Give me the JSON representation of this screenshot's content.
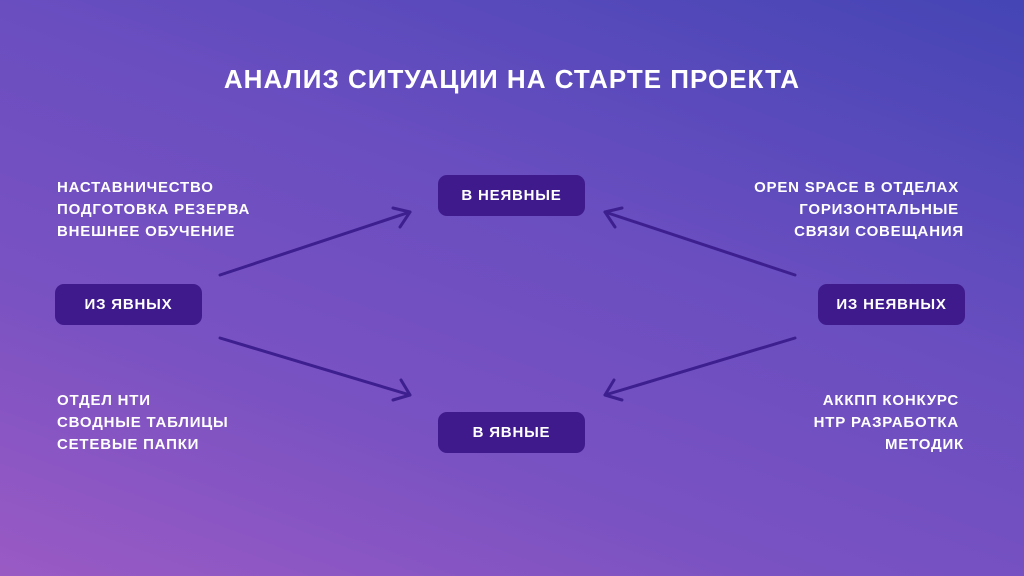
{
  "title": "АНАЛИЗ СИТУАЦИИ НА СТАРТЕ ПРОЕКТА",
  "nodes": {
    "to_implicit": "В НЕЯВНЫЕ",
    "to_explicit": "В ЯВНЫЕ",
    "from_explicit": "ИЗ ЯВНЫХ",
    "from_implicit": "ИЗ НЕЯВНЫХ"
  },
  "lists": {
    "explicit_to_implicit": [
      "НАСТАВНИЧЕСТВО",
      "ПОДГОТОВКА РЕЗЕРВА",
      "ВНЕШНЕЕ ОБУЧЕНИЕ"
    ],
    "explicit_to_explicit": [
      "ОТДЕЛ НТИ",
      "СВОДНЫЕ ТАБЛИЦЫ",
      "СЕТЕВЫЕ ПАПКИ"
    ],
    "implicit_to_implicit": [
      "OPEN SPACE В ОТДЕЛАХ",
      "ГОРИЗОНТАЛЬНЫЕ",
      "СВЯЗИ СОВЕЩАНИЯ"
    ],
    "implicit_to_explicit": [
      "АККПП КОНКУРС",
      "НТР РАЗРАБОТКА",
      "МЕТОДИК"
    ]
  },
  "colors": {
    "box": "#3f1a8c",
    "arrow": "#3d1f8f"
  }
}
